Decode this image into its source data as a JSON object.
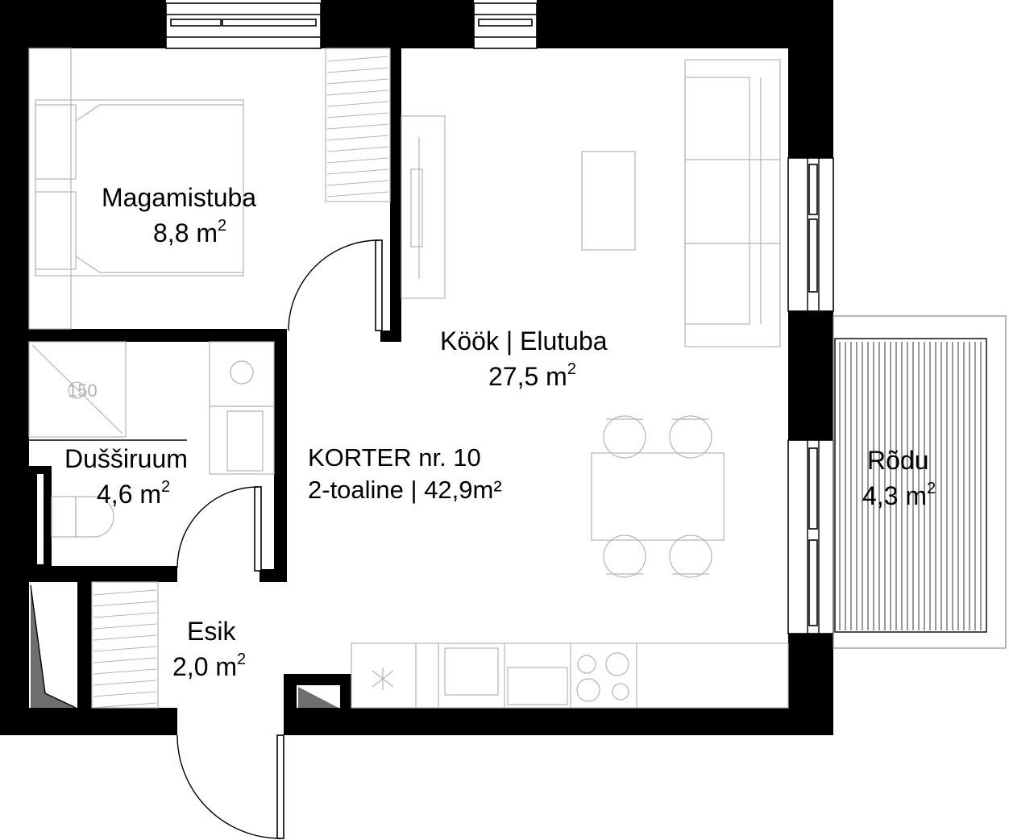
{
  "apartment": {
    "title": "KORTER nr. 10",
    "summary_prefix": "2-toaline | 42,9m",
    "summary_sup": "²"
  },
  "rooms": {
    "bedroom": {
      "name": "Magamistuba",
      "area": "8,8  m",
      "unit_sup": "2"
    },
    "living": {
      "name": "Köök | Elutuba",
      "area": "27,5  m",
      "unit_sup": "2"
    },
    "shower": {
      "name": "Dušširuum",
      "area": "4,6  m",
      "unit_sup": "2"
    },
    "hall": {
      "name": "Esik",
      "area": "2,0  m",
      "unit_sup": "2"
    },
    "balcony": {
      "name": "Rõdu",
      "area": "4,3  m",
      "unit_sup": "2"
    }
  },
  "fixtures": {
    "shower_size_label": "150"
  },
  "colors": {
    "wall": "#000000",
    "furniture": "#b4b4b4",
    "background": "#ffffff"
  }
}
